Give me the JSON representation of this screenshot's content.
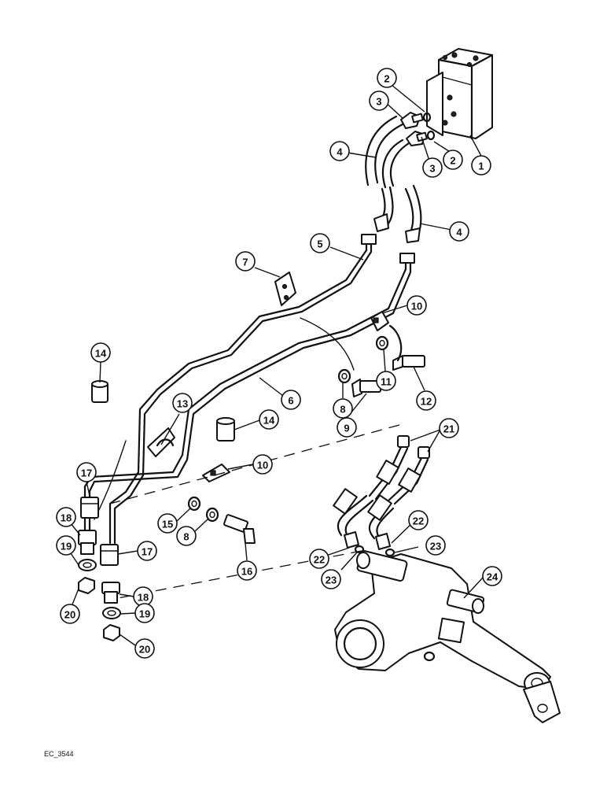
{
  "diagram": {
    "reference_code": "EC_3544",
    "callouts": [
      {
        "id": "c2a",
        "label": "2"
      },
      {
        "id": "c3a",
        "label": "3"
      },
      {
        "id": "c4a",
        "label": "4"
      },
      {
        "id": "c3b",
        "label": "3"
      },
      {
        "id": "c2b",
        "label": "2"
      },
      {
        "id": "c1",
        "label": "1"
      },
      {
        "id": "c4b",
        "label": "4"
      },
      {
        "id": "c5",
        "label": "5"
      },
      {
        "id": "c7",
        "label": "7"
      },
      {
        "id": "c10a",
        "label": "10"
      },
      {
        "id": "c14a",
        "label": "14"
      },
      {
        "id": "c11",
        "label": "11"
      },
      {
        "id": "c12",
        "label": "12"
      },
      {
        "id": "c8a",
        "label": "8"
      },
      {
        "id": "c6",
        "label": "6"
      },
      {
        "id": "c13",
        "label": "13"
      },
      {
        "id": "c14b",
        "label": "14"
      },
      {
        "id": "c9",
        "label": "9"
      },
      {
        "id": "c21",
        "label": "21"
      },
      {
        "id": "c10b",
        "label": "10"
      },
      {
        "id": "c17a",
        "label": "17"
      },
      {
        "id": "c18a",
        "label": "18"
      },
      {
        "id": "c15",
        "label": "15"
      },
      {
        "id": "c8b",
        "label": "8"
      },
      {
        "id": "c22a",
        "label": "22"
      },
      {
        "id": "c19a",
        "label": "19"
      },
      {
        "id": "c17b",
        "label": "17"
      },
      {
        "id": "c22b",
        "label": "22"
      },
      {
        "id": "c23a",
        "label": "23"
      },
      {
        "id": "c16",
        "label": "16"
      },
      {
        "id": "c23b",
        "label": "23"
      },
      {
        "id": "c24",
        "label": "24"
      },
      {
        "id": "c20a",
        "label": "20"
      },
      {
        "id": "c18b",
        "label": "18"
      },
      {
        "id": "c19b",
        "label": "19"
      },
      {
        "id": "c20b",
        "label": "20"
      }
    ]
  }
}
